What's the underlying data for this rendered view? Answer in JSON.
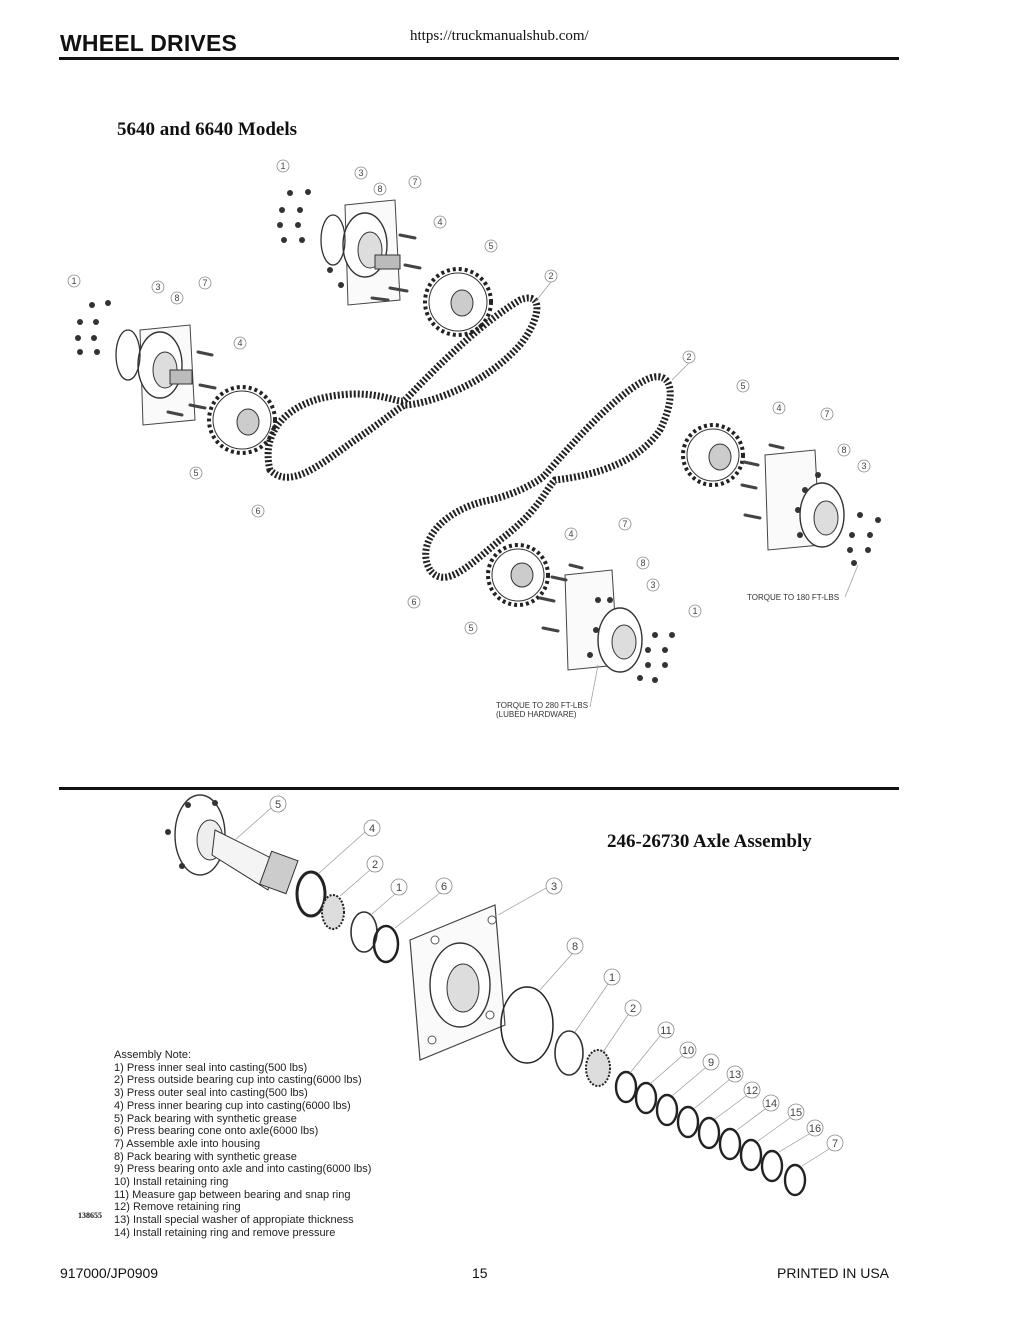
{
  "header": {
    "title": "WHEEL DRIVES",
    "url": "https://truckmanualshub.com/"
  },
  "section1": {
    "title": "5640 and 6640 Models",
    "torque_right": "TORQUE TO 180 FT-LBS",
    "torque_bottom_line1": "TORQUE TO 280 FT-LBS",
    "torque_bottom_line2": "(LUBED HARDWARE)"
  },
  "section2": {
    "title": "246-26730 Axle Assembly",
    "note_heading": "Assembly Note:",
    "notes": [
      "1) Press inner seal into casting(500 lbs)",
      "2) Press outside bearing cup into casting(6000 lbs)",
      "3) Press outer seal into casting(500 lbs)",
      "4) Press inner bearing cup into casting(6000 lbs)",
      "5) Pack bearing with synthetic grease",
      "6) Press bearing cone onto axle(6000 lbs)",
      "7) Assemble axle into housing",
      "8) Pack bearing with synthetic grease",
      "9) Press bearing onto axle and into casting(6000 lbs)",
      "10) Install retaining ring",
      "11) Measure gap between bearing and snap ring",
      "12) Remove retaining ring",
      "13) Install special washer of appropiate thickness",
      "14) Install retaining ring and remove pressure"
    ],
    "code": "138655"
  },
  "callouts": {
    "top_center": [
      "1",
      "3",
      "8",
      "7",
      "4",
      "5",
      "2"
    ],
    "left": [
      "1",
      "3",
      "8",
      "7",
      "4",
      "5",
      "6"
    ],
    "right": [
      "2",
      "5",
      "4",
      "7",
      "8",
      "3"
    ],
    "bottom": [
      "4",
      "7",
      "8",
      "3",
      "1",
      "5",
      "6"
    ],
    "axle": [
      "5",
      "4",
      "2",
      "1",
      "6",
      "3",
      "8",
      "1",
      "2",
      "11",
      "10",
      "9",
      "13",
      "12",
      "14",
      "15",
      "16",
      "7"
    ]
  },
  "footer": {
    "left": "917000/JP0909",
    "page": "15",
    "right": "PRINTED IN USA"
  }
}
